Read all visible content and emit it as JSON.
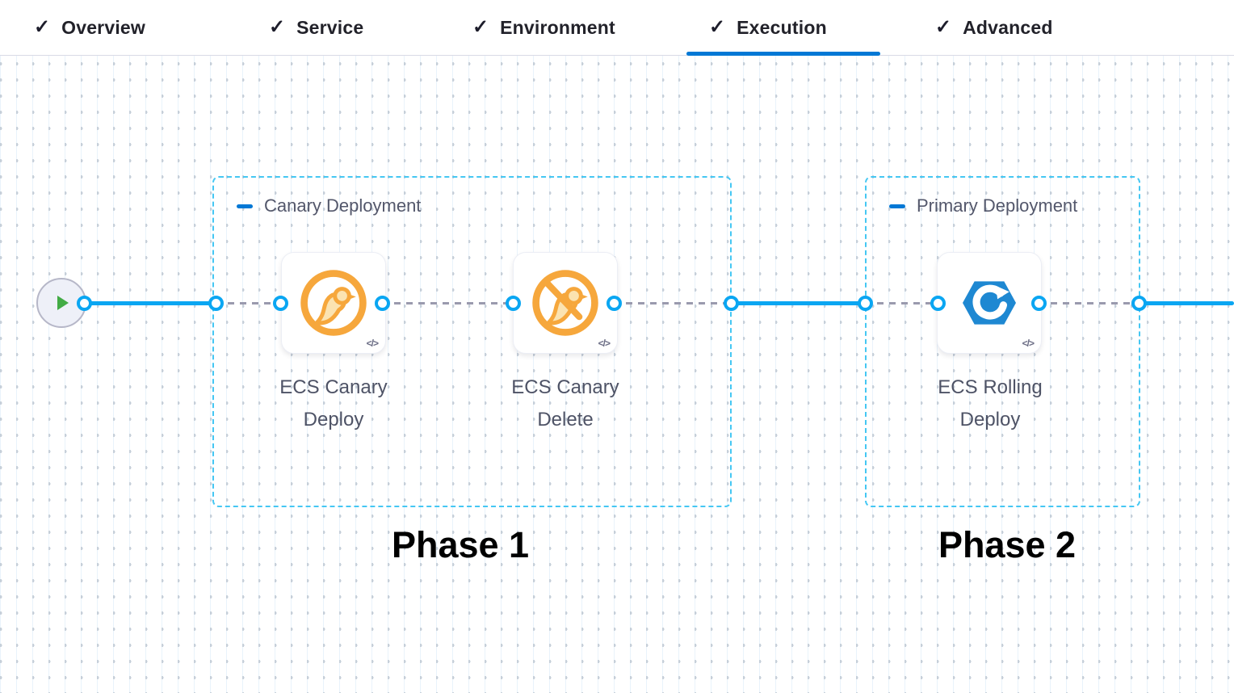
{
  "tabs": {
    "check_glyph": "✓",
    "active": "Execution",
    "items": [
      {
        "label": "Overview"
      },
      {
        "label": "Service"
      },
      {
        "label": "Environment"
      },
      {
        "label": "Execution"
      },
      {
        "label": "Advanced"
      }
    ]
  },
  "pipeline": {
    "stages": [
      {
        "name": "Canary Deployment",
        "annotation": "Phase 1",
        "steps": [
          {
            "name": "ECS Canary Deploy",
            "icon": "canary-deploy-icon",
            "code_badge": "</>"
          },
          {
            "name": "ECS Canary Delete",
            "icon": "canary-delete-icon",
            "code_badge": "</>"
          }
        ]
      },
      {
        "name": "Primary Deployment",
        "annotation": "Phase 2",
        "steps": [
          {
            "name": "ECS Rolling Deploy",
            "icon": "ecs-rolling-deploy-icon",
            "code_badge": "</>"
          }
        ]
      }
    ]
  },
  "colors": {
    "accent_blue": "#0278d5",
    "link_blue": "#0aa6f2",
    "stage_border_blue": "#45c7f3",
    "dashed_link_grey": "#9a9aae",
    "canary_orange": "#f6a73c",
    "ecs_blue": "#1e88d2",
    "play_green": "#42ab45",
    "text_dark": "#22222a",
    "text_grey": "#4e5366"
  }
}
